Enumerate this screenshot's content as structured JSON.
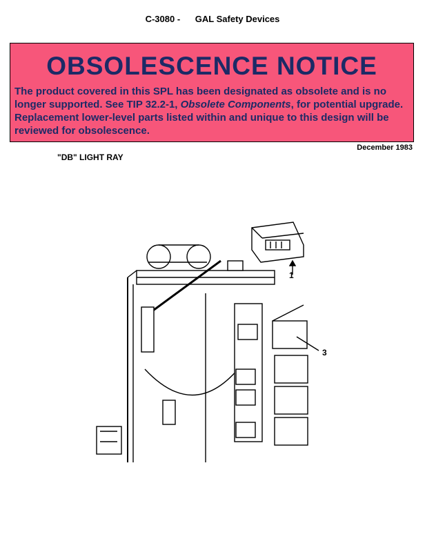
{
  "header": {
    "code": "C-3080  -",
    "category": "GAL Safety Devices"
  },
  "notice": {
    "title": "OBSOLESCENCE NOTICE",
    "text_before": "The product covered in this SPL has been designated as obsolete and is no longer supported. See TIP 32.2-1, ",
    "text_italic": "Obsolete Components",
    "text_after": ", for potential upgrade. Replacement lower-level parts listed within and unique to this design will be reviewed for obsolescence."
  },
  "date": "December 1983",
  "section_title": "\"DB\" LIGHT RAY",
  "figure": {
    "callouts": [
      "1",
      "3"
    ]
  }
}
